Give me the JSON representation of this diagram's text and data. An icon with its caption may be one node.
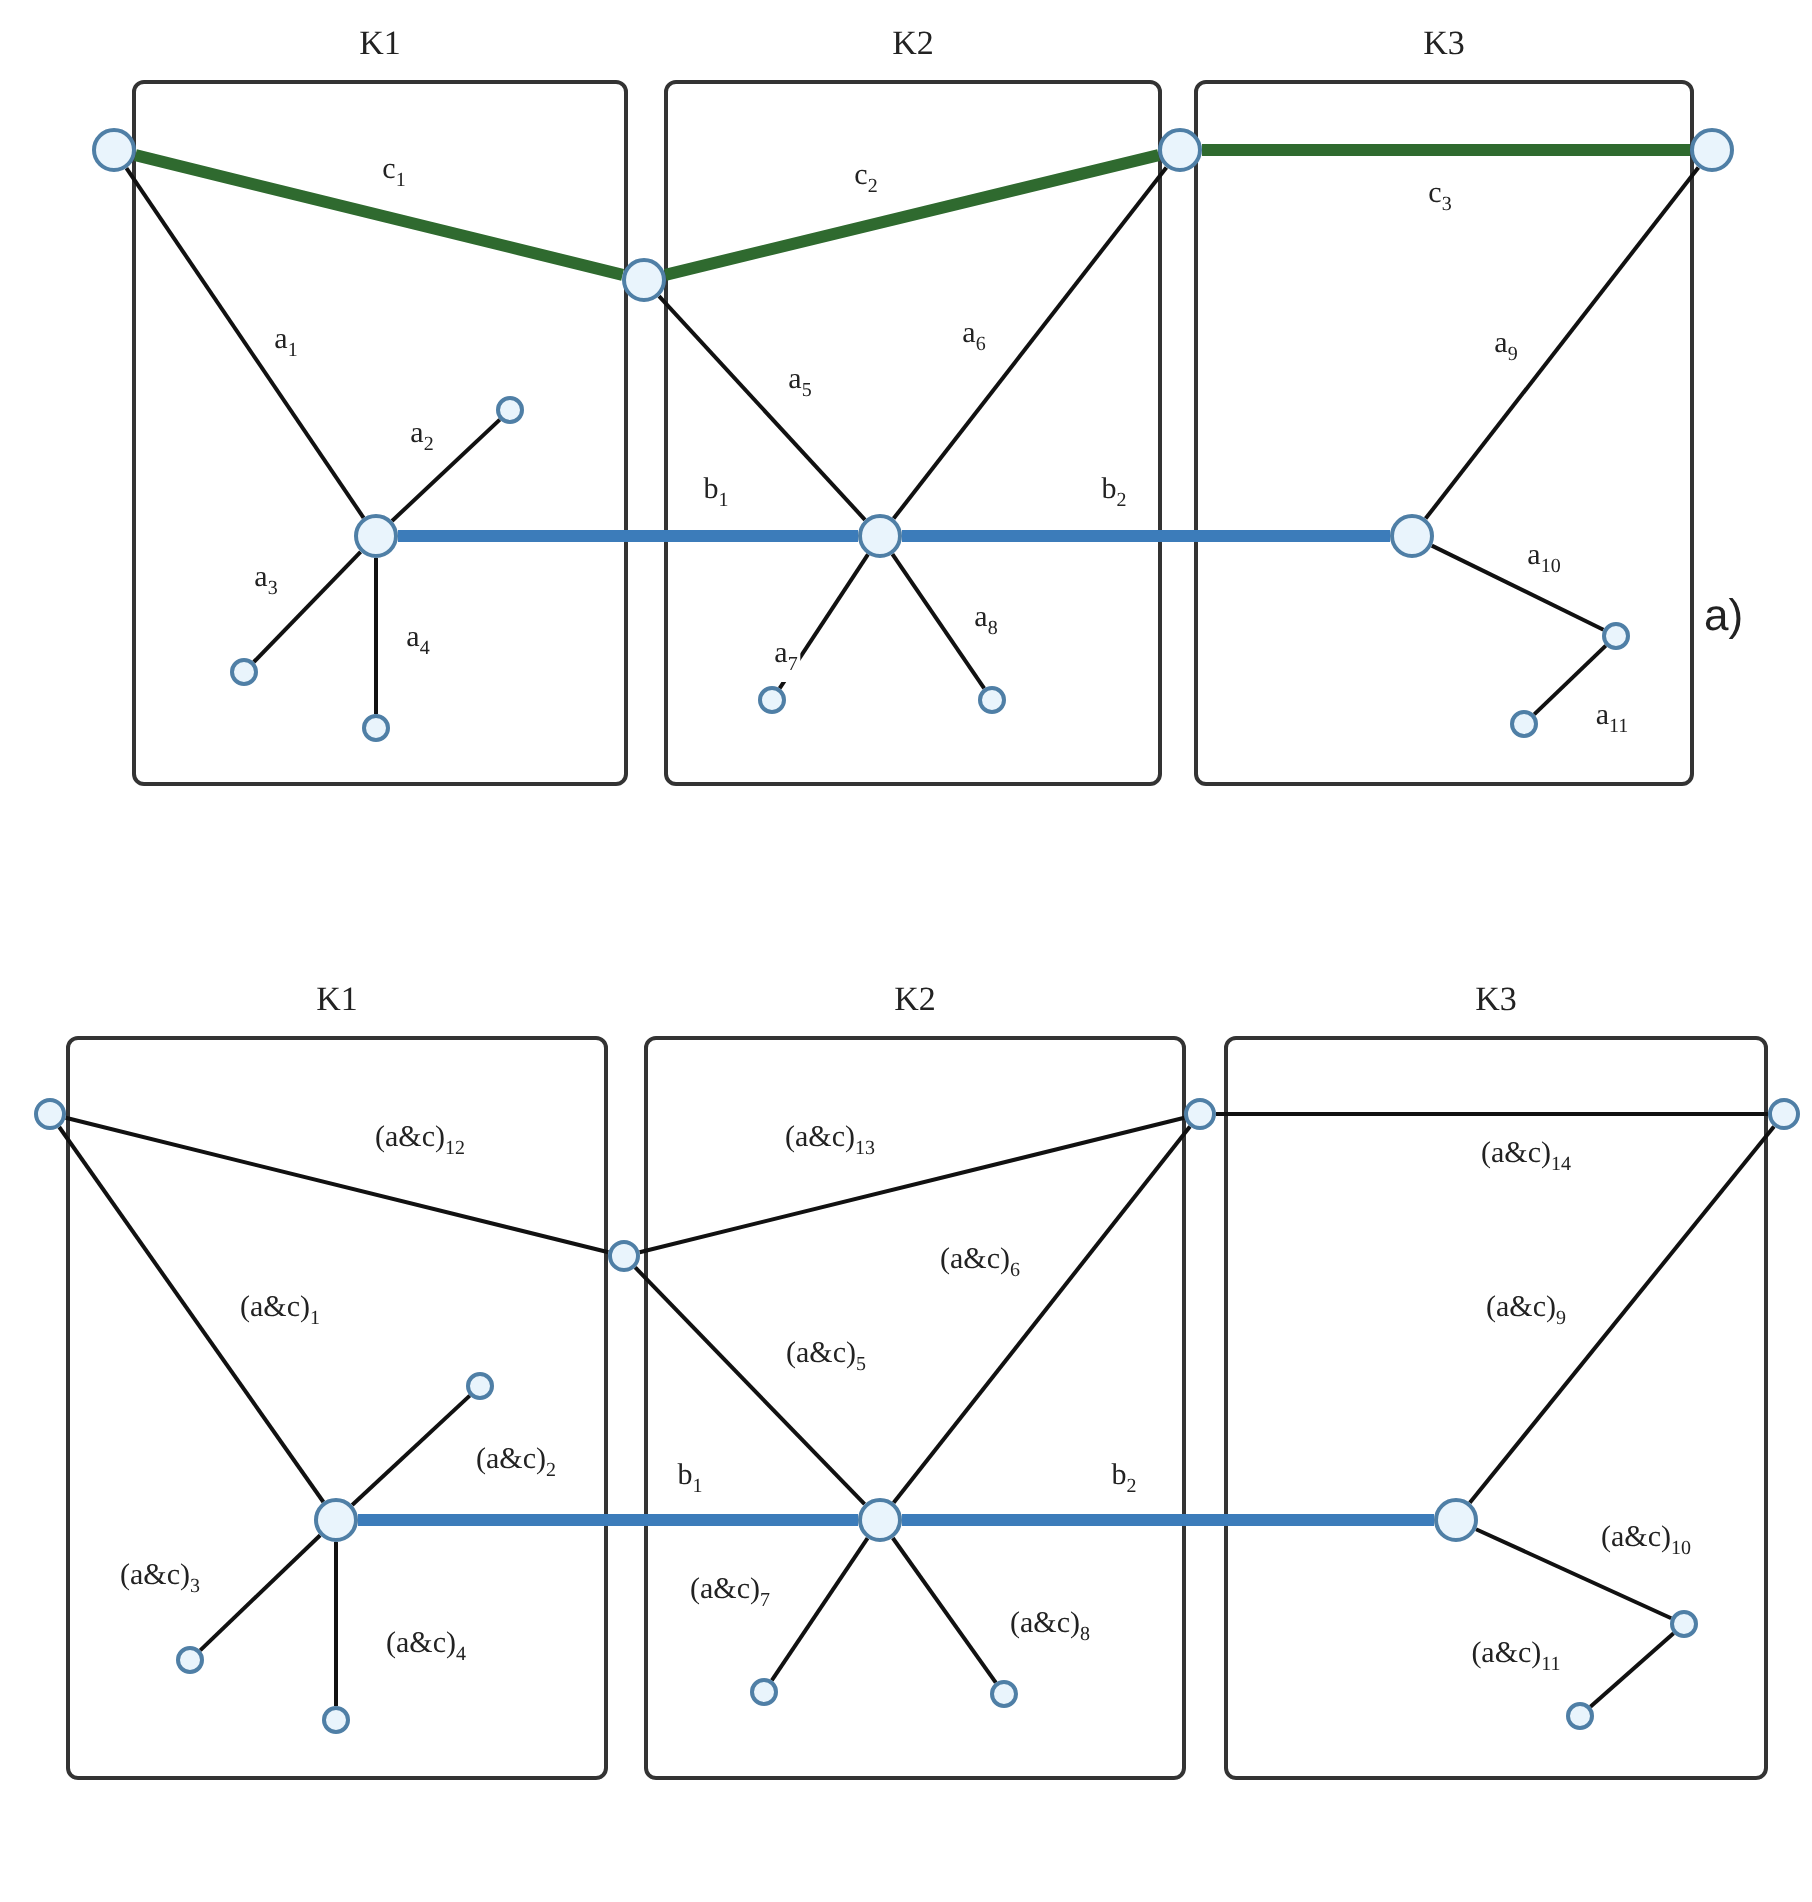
{
  "diagram": {
    "nodes": [
      {
        "text": [
          "K1"
        ]
      },
      {
        "text": [
          "K2"
        ]
      },
      {
        "text": [
          "K3"
        ]
      },
      {
        "text": [],
        "shape": "circle"
      },
      {
        "text": [],
        "shape": "circle",
        "in": 0
      },
      {
        "text": [],
        "shape": "circle",
        "in": 0
      },
      {
        "text": [],
        "shape": "circle",
        "in": 0
      },
      {
        "text": [],
        "shape": "circle",
        "in": 0
      },
      {
        "text": [],
        "shape": "circle"
      },
      {
        "text": [],
        "shape": "circle",
        "in": 1
      },
      {
        "text": [],
        "shape": "circle",
        "in": 1
      },
      {
        "text": [],
        "shape": "circle",
        "in": 1
      },
      {
        "text": [],
        "shape": "circle"
      },
      {
        "text": [],
        "shape": "circle",
        "in": 2
      },
      {
        "text": [],
        "shape": "circle",
        "in": 2
      },
      {
        "text": [],
        "shape": "circle",
        "in": 2
      },
      {
        "text": [],
        "shape": "circle"
      },
      {
        "text": [
          "K1"
        ]
      },
      {
        "text": [
          "K2"
        ]
      },
      {
        "text": [
          "K3"
        ]
      },
      {
        "text": [],
        "shape": "circle"
      },
      {
        "text": [],
        "shape": "circle",
        "in": 17
      },
      {
        "text": [],
        "shape": "circle",
        "in": 17
      },
      {
        "text": [],
        "shape": "circle",
        "in": 17
      },
      {
        "text": [],
        "shape": "circle",
        "in": 17
      },
      {
        "text": [],
        "shape": "circle"
      },
      {
        "text": [],
        "shape": "circle",
        "in": 18
      },
      {
        "text": [],
        "shape": "circle",
        "in": 18
      },
      {
        "text": [],
        "shape": "circle",
        "in": 18
      },
      {
        "text": [],
        "shape": "circle"
      },
      {
        "text": [],
        "shape": "circle",
        "in": 19
      },
      {
        "text": [],
        "shape": "circle",
        "in": 19
      },
      {
        "text": [],
        "shape": "circle",
        "in": 19
      },
      {
        "text": [],
        "shape": "circle"
      }
    ],
    "edges": [
      {
        "from": 3,
        "to": 8,
        "arrow": "none",
        "label": "c$_{1}$",
        "style": "thick",
        "color": "#2f6a2f"
      },
      {
        "from": 8,
        "to": 12,
        "arrow": "none",
        "label": "c$_{2}$",
        "style": "thick",
        "color": "#2f6a2f"
      },
      {
        "from": 12,
        "to": 16,
        "arrow": "none",
        "label": "c$_{3}$",
        "style": "thick",
        "color": "#2f6a2f"
      },
      {
        "from": 3,
        "to": 4,
        "arrow": "none",
        "label": "a$_{1}$"
      },
      {
        "from": 4,
        "to": 5,
        "arrow": "none",
        "label": "a$_{2}$"
      },
      {
        "from": 4,
        "to": 6,
        "arrow": "none",
        "label": "a$_{3}$"
      },
      {
        "from": 4,
        "to": 7,
        "arrow": "none",
        "label": "a$_{4}$"
      },
      {
        "from": 8,
        "to": 9,
        "arrow": "none",
        "label": "a$_{5}$"
      },
      {
        "from": 12,
        "to": 9,
        "arrow": "none",
        "label": "a$_{6}$"
      },
      {
        "from": 9,
        "to": 10,
        "arrow": "none",
        "label": "a$_{7}$"
      },
      {
        "from": 9,
        "to": 11,
        "arrow": "none",
        "label": "a$_{8}$"
      },
      {
        "from": 16,
        "to": 13,
        "arrow": "none",
        "label": "a$_{9}$"
      },
      {
        "from": 13,
        "to": 14,
        "arrow": "none",
        "label": "a$_{10}$"
      },
      {
        "from": 14,
        "to": 15,
        "arrow": "none",
        "label": "a$_{11}$"
      },
      {
        "from": 4,
        "to": 9,
        "arrow": "none",
        "label": "b$_{1}$",
        "style": "thick",
        "color": "#3c7cba"
      },
      {
        "from": 9,
        "to": 13,
        "arrow": "none",
        "label": "b$_{2}$",
        "style": "thick",
        "color": "#3c7cba"
      },
      {
        "from": 20,
        "to": 21,
        "arrow": "none",
        "label": "(a&c)$_{1}$"
      },
      {
        "from": 21,
        "to": 22,
        "arrow": "none",
        "label": "(a&c)$_{2}$"
      },
      {
        "from": 21,
        "to": 23,
        "arrow": "none",
        "label": "(a&c)$_{3}$"
      },
      {
        "from": 21,
        "to": 24,
        "arrow": "none",
        "label": "(a&c)$_{4}$"
      },
      {
        "from": 25,
        "to": 26,
        "arrow": "none",
        "label": "(a&c)$_{5}$"
      },
      {
        "from": 29,
        "to": 26,
        "arrow": "none",
        "label": "(a&c)$_{6}$"
      },
      {
        "from": 26,
        "to": 27,
        "arrow": "none",
        "label": "(a&c)$_{7}$"
      },
      {
        "from": 26,
        "to": 28,
        "arrow": "none",
        "label": "(a&c)$_{8}$"
      },
      {
        "from": 33,
        "to": 30,
        "arrow": "none",
        "label": "(a&c)$_{9}$"
      },
      {
        "from": 30,
        "to": 31,
        "arrow": "none",
        "label": "(a&c)$_{10}$"
      },
      {
        "from": 31,
        "to": 32,
        "arrow": "none",
        "label": "(a&c)$_{11}$"
      },
      {
        "from": 20,
        "to": 25,
        "arrow": "none",
        "label": "(a&c)$_{12}$"
      },
      {
        "from": 25,
        "to": 29,
        "arrow": "none",
        "label": "(a&c)$_{13}$"
      },
      {
        "from": 29,
        "to": 33,
        "arrow": "none",
        "label": "(a&c)$_{14}$"
      },
      {
        "from": 21,
        "to": 26,
        "arrow": "none",
        "label": "b$_{1}$",
        "style": "thick",
        "color": "#3c7cba"
      },
      {
        "from": 26,
        "to": 30,
        "arrow": "none",
        "label": "b$_{2}$",
        "style": "thick",
        "color": "#3c7cba"
      }
    ],
    "labels": [
      "a)"
    ]
  }
}
